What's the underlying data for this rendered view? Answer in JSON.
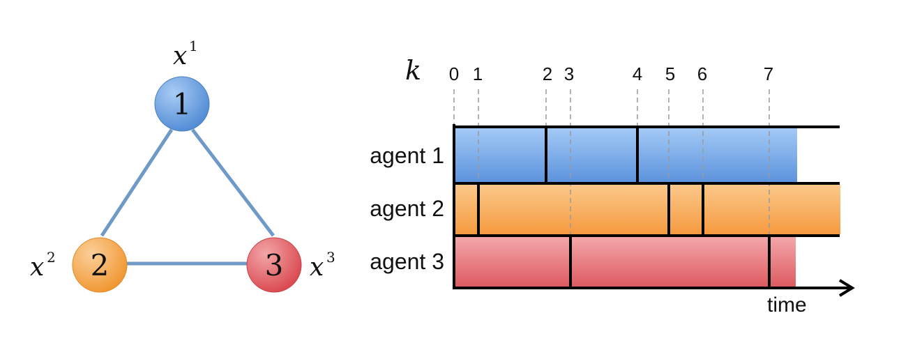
{
  "graph": {
    "nodes": [
      {
        "id": "1",
        "label": "1",
        "var_base": "x",
        "var_sup": "1",
        "color": "#5f9ae0"
      },
      {
        "id": "2",
        "label": "2",
        "var_base": "x",
        "var_sup": "2",
        "color": "#f4a24a"
      },
      {
        "id": "3",
        "label": "3",
        "var_base": "x",
        "var_sup": "3",
        "color": "#e36266"
      }
    ],
    "edges": [
      [
        "1",
        "2"
      ],
      [
        "1",
        "3"
      ],
      [
        "2",
        "3"
      ]
    ],
    "edge_color": "#6f9ac8"
  },
  "timeline": {
    "k_label": "k",
    "ticks": [
      "0",
      "1",
      "2",
      "3",
      "4",
      "5",
      "6",
      "7"
    ],
    "time_label": "time",
    "rows": [
      {
        "label": "agent 1",
        "color": "#6fa7ea"
      },
      {
        "label": "agent 2",
        "color": "#f7a55c"
      },
      {
        "label": "agent 3",
        "color": "#e8747a"
      }
    ]
  }
}
